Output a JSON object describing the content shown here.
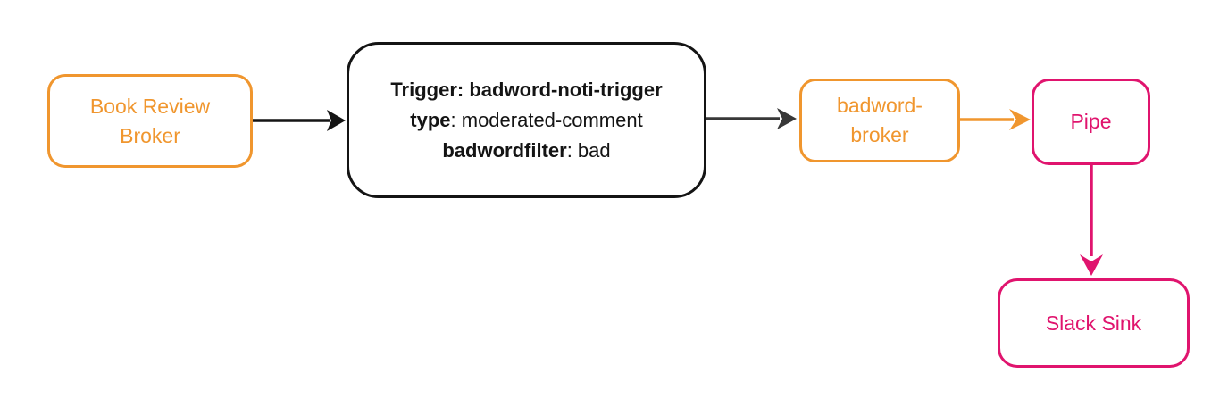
{
  "colors": {
    "orange": "#F0962E",
    "pink": "#E0146E",
    "black": "#141414",
    "gray": "#383838",
    "background": "#FFFFFF"
  },
  "diagram": {
    "type": "flowchart",
    "nodes": [
      {
        "id": "book-review-broker",
        "kind": "broker",
        "label": "Book Review Broker",
        "label_lines": [
          "Book Review",
          "Broker"
        ],
        "color": "orange"
      },
      {
        "id": "trigger",
        "kind": "trigger",
        "title": "Trigger: badword-noti-trigger",
        "attrs": [
          {
            "key": "type",
            "rest": ": moderated-comment"
          },
          {
            "key": "badwordfilter",
            "rest": ": bad"
          }
        ],
        "color": "black"
      },
      {
        "id": "badword-broker",
        "kind": "broker",
        "label": "badword-broker",
        "label_lines": [
          "badword-",
          "broker"
        ],
        "color": "orange"
      },
      {
        "id": "pipe",
        "kind": "pipe",
        "label": "Pipe",
        "color": "pink"
      },
      {
        "id": "slack-sink",
        "kind": "sink",
        "label": "Slack Sink",
        "color": "pink"
      }
    ],
    "edges": [
      {
        "from": "book-review-broker",
        "to": "trigger",
        "color": "black",
        "direction": "right"
      },
      {
        "from": "trigger",
        "to": "badword-broker",
        "color": "gray",
        "direction": "right"
      },
      {
        "from": "badword-broker",
        "to": "pipe",
        "color": "orange",
        "direction": "right"
      },
      {
        "from": "pipe",
        "to": "slack-sink",
        "color": "pink",
        "direction": "down"
      }
    ]
  }
}
